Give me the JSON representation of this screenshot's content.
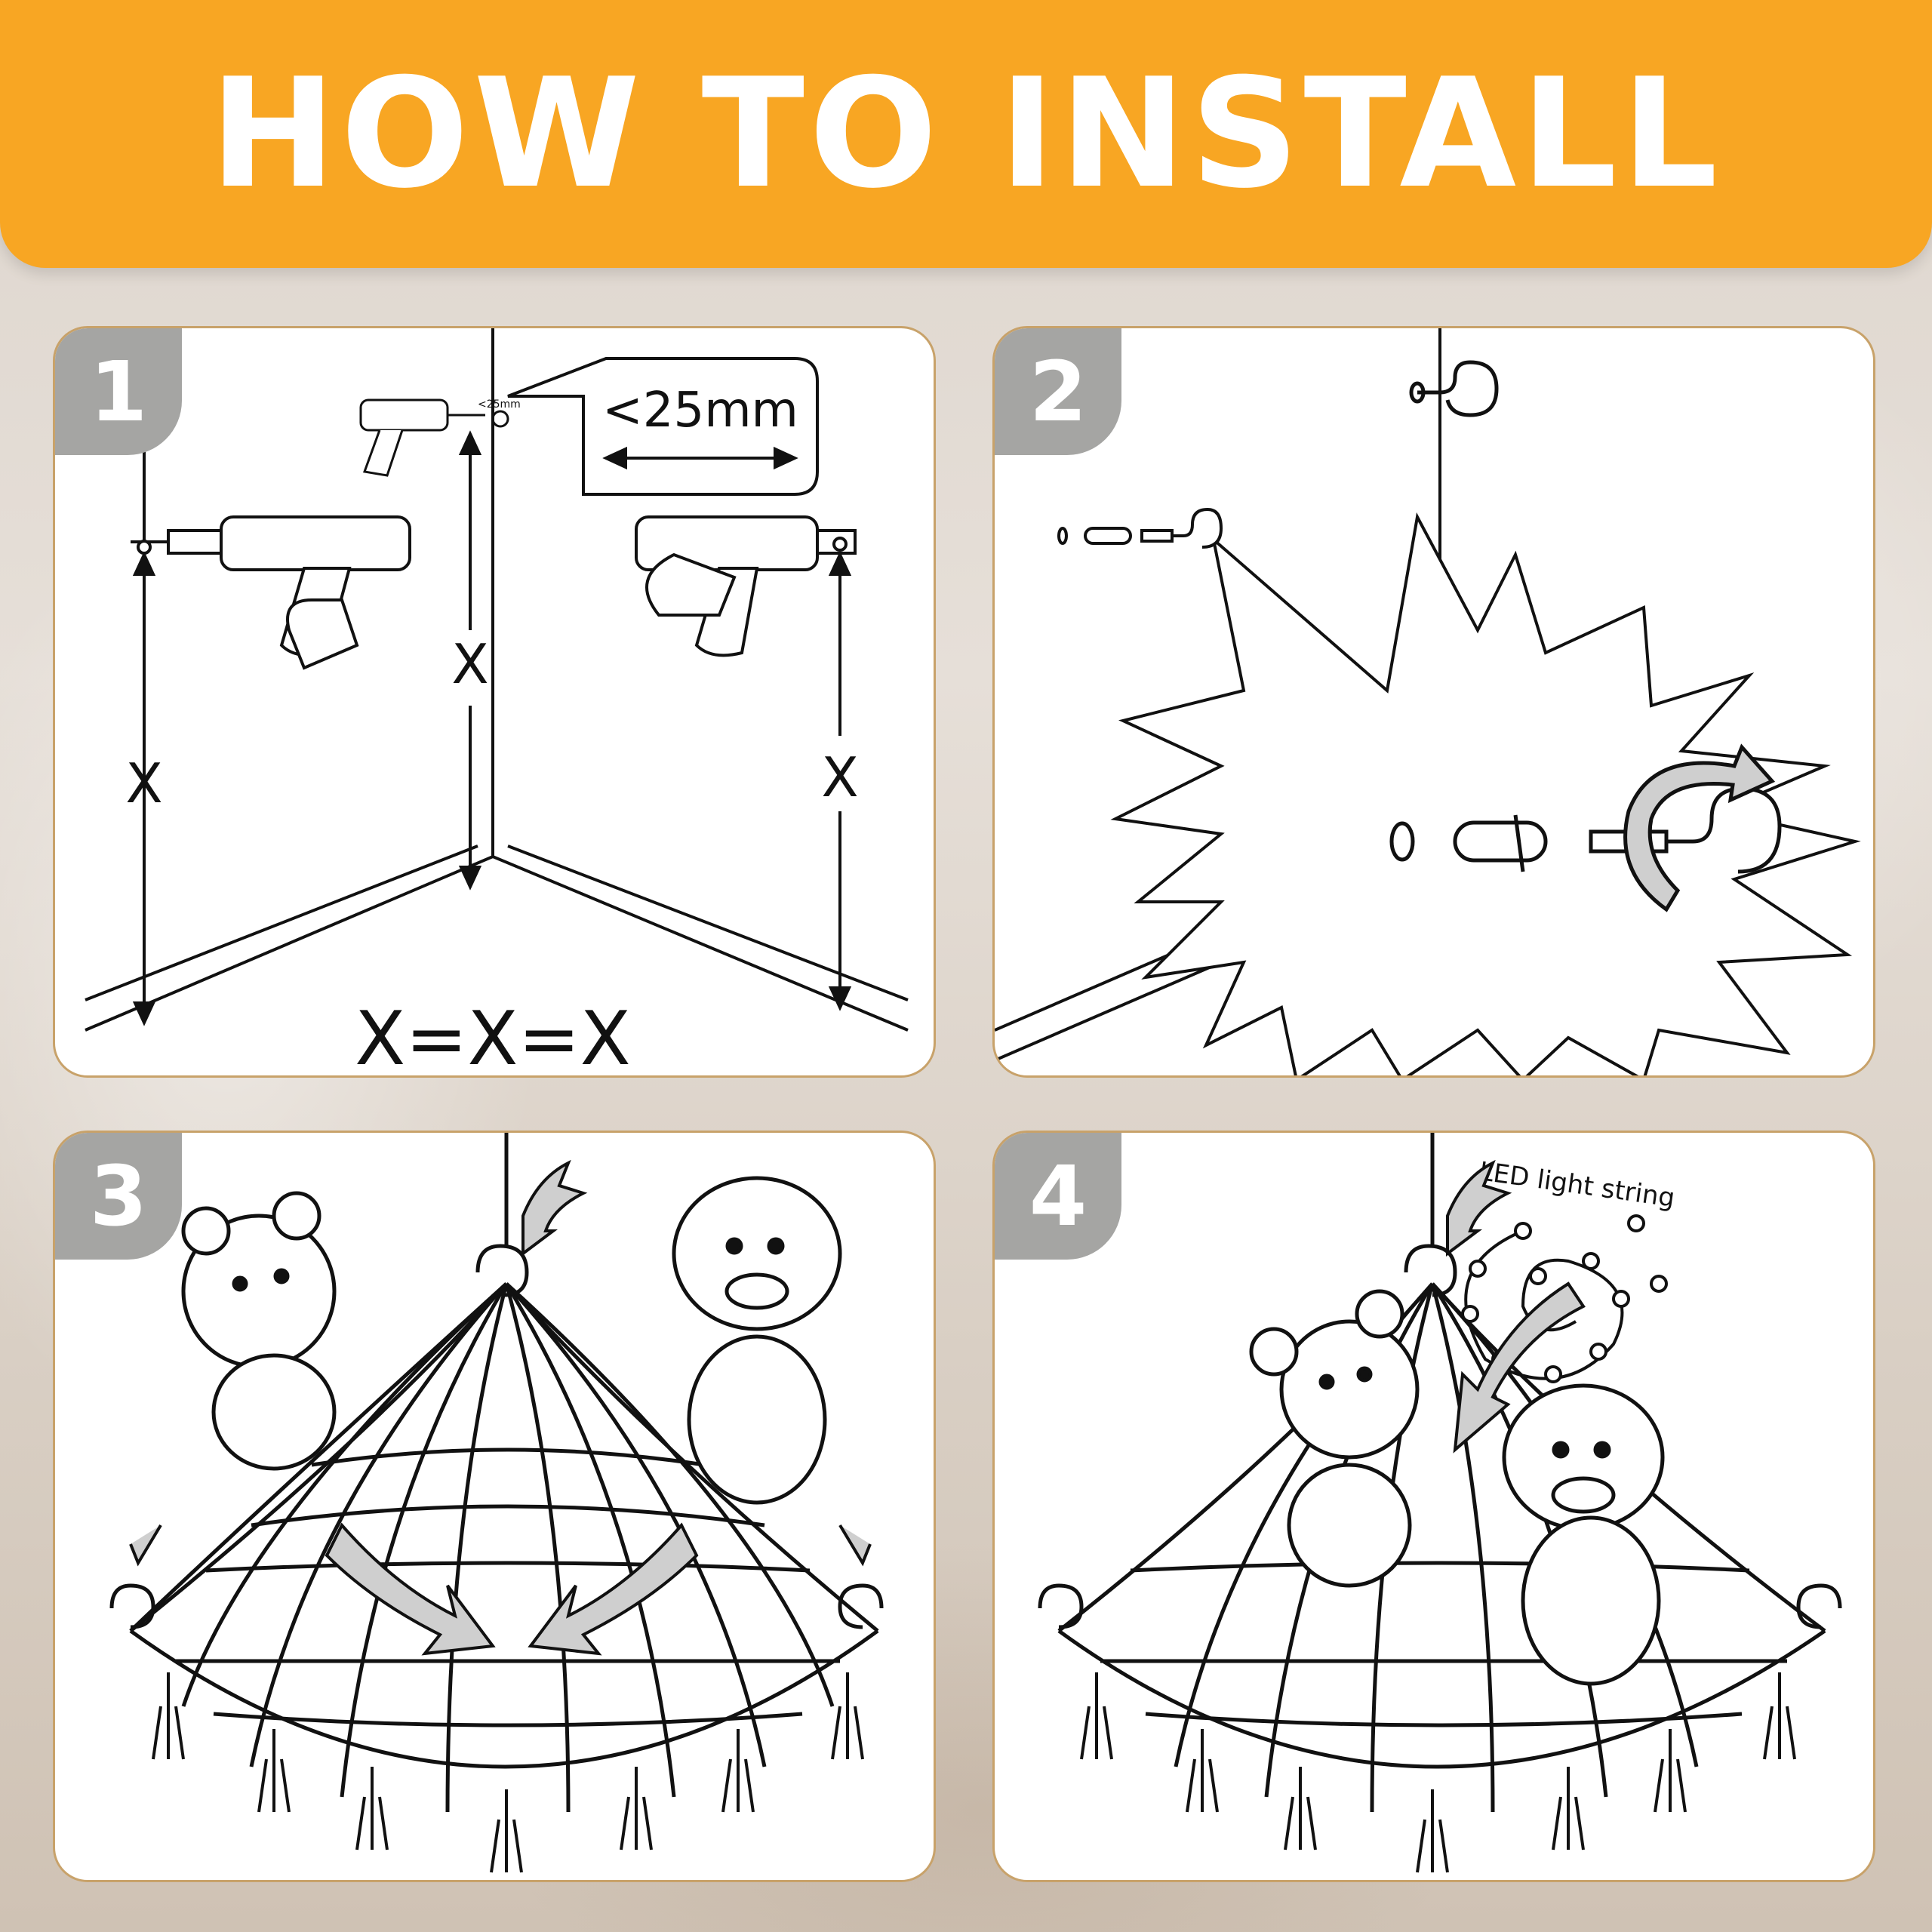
{
  "banner": {
    "title": "HOW TO INSTALL",
    "color": "#f8a623"
  },
  "steps": [
    {
      "number": "1",
      "distance_label": "<25mm",
      "small_label": "<25mm",
      "x_label": "X",
      "equation": "X=X=X"
    },
    {
      "number": "2"
    },
    {
      "number": "3"
    },
    {
      "number": "4",
      "led_label": "LED light string"
    }
  ],
  "colors": {
    "panel_border": "#c8a26a",
    "step_badge": "#a5a5a3",
    "arrow_fill": "#cfcfcf"
  }
}
